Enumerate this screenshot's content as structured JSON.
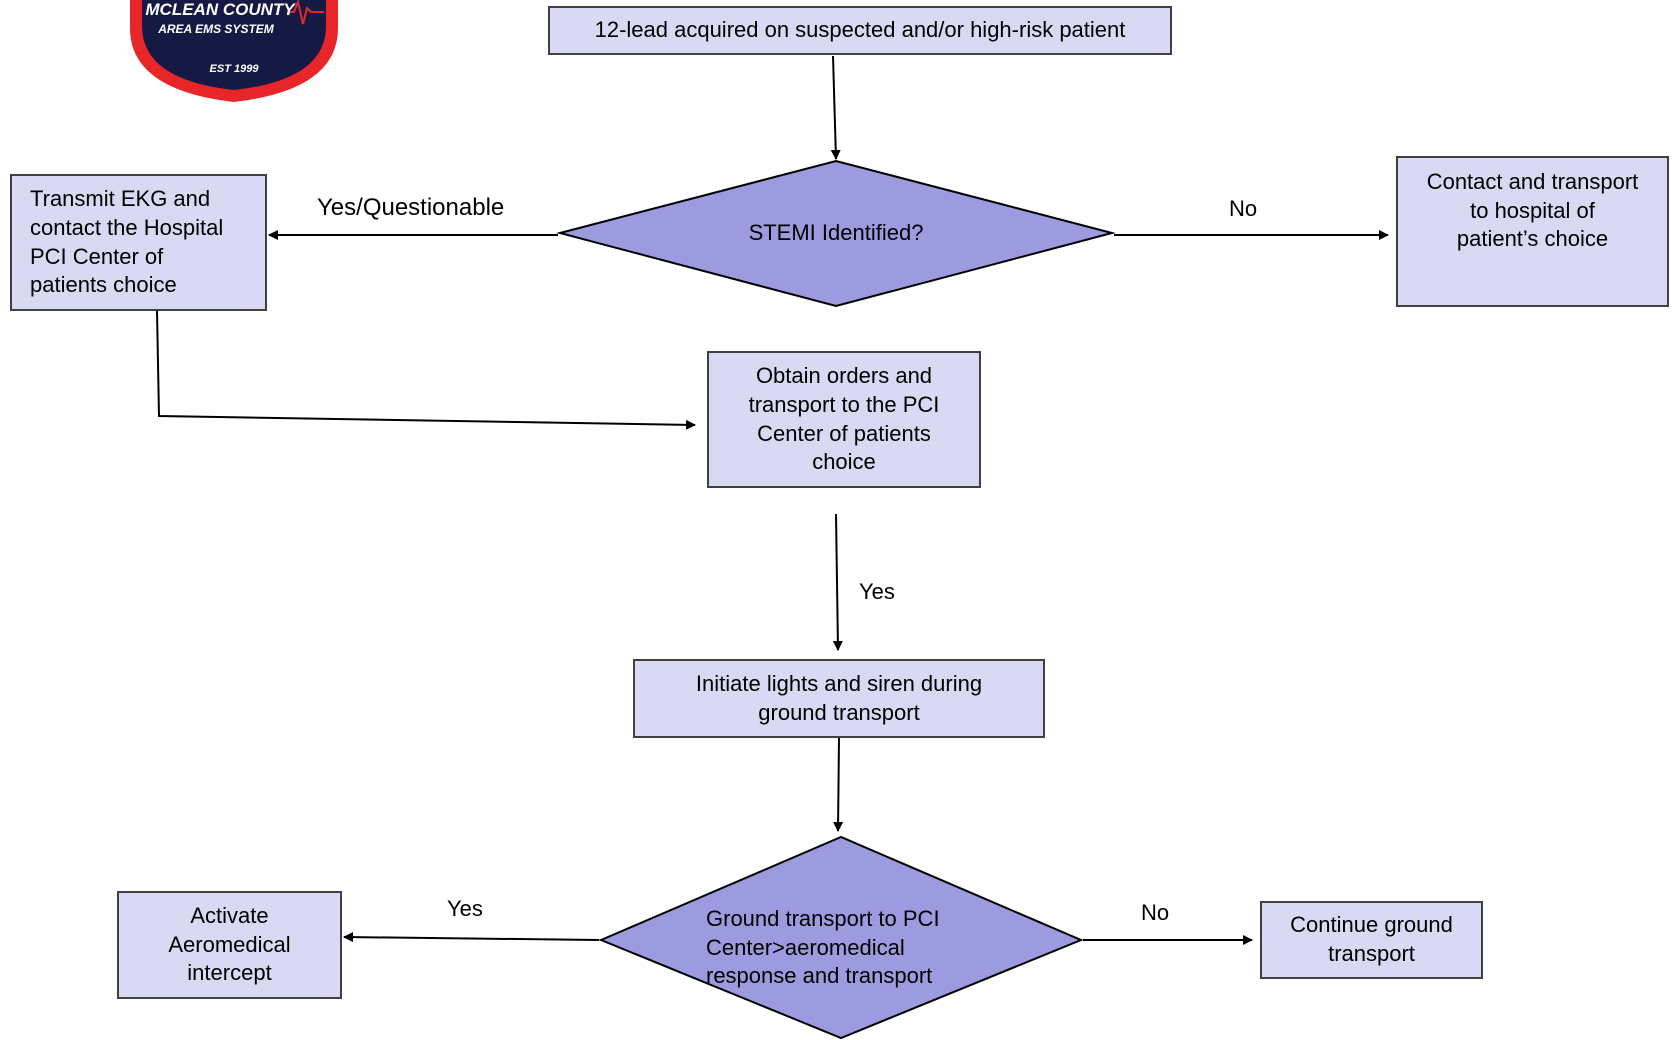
{
  "logo": {
    "line1": "MCLEAN COUNTY",
    "line2": "AREA EMS SYSTEM",
    "line3": "EST 1999"
  },
  "nodes": {
    "start": "12-lead acquired on suspected and/or high-risk patient",
    "stemi_decision": "STEMI Identified?",
    "transmit_ekg": "Transmit EKG and\ncontact the Hospital\nPCI Center of\npatients choice",
    "contact_transport": "Contact and transport\nto hospital  of\npatient’s choice",
    "obtain_orders": "Obtain orders and\ntransport to the PCI\nCenter of patients\nchoice",
    "lights_siren": "Initiate lights and siren during\nground transport",
    "ground_decision": "Ground transport to PCI\nCenter>aeromedical\nresponse and transport",
    "activate_aero": "Activate\nAeromedical\nintercept",
    "continue_ground": "Continue ground\ntransport"
  },
  "edge_labels": {
    "stemi_yes": "Yes/Questionable",
    "stemi_no": "No",
    "orders_yes": "Yes",
    "ground_yes": "Yes",
    "ground_no": "No"
  },
  "colors": {
    "box_fill": "#d9d9f3",
    "diamond_fill": "#9d9be0",
    "logo_red": "#e8262a",
    "logo_navy": "#151a45"
  }
}
